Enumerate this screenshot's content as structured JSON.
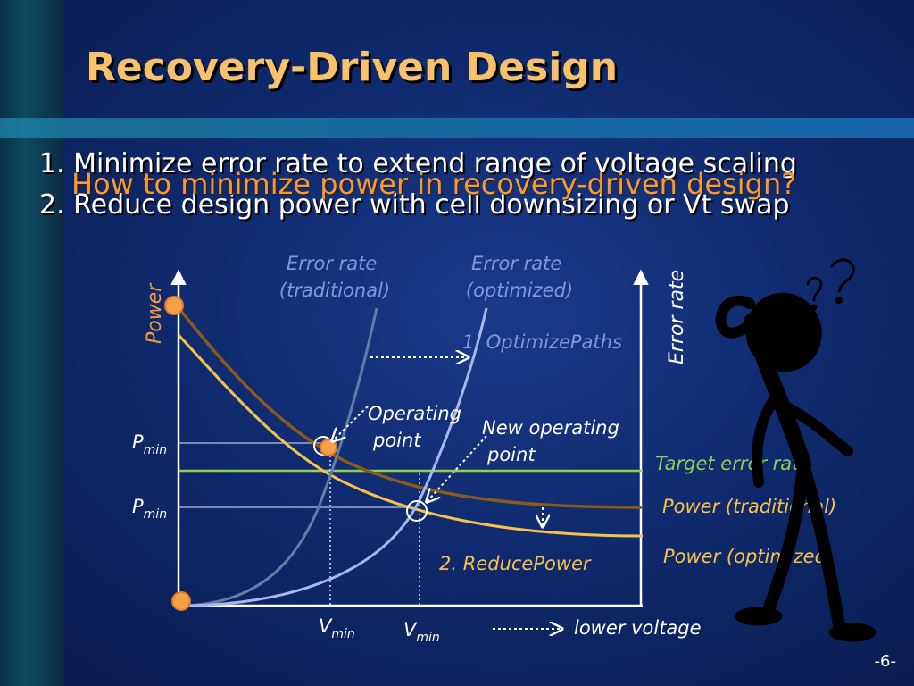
{
  "slide": {
    "title": "Recovery-Driven Design",
    "bullet1": "1. Minimize error rate to extend range of voltage scaling",
    "bullet2": "2. Reduce design power with cell downsizing or Vt swap",
    "question": "How to minimize power in recovery-driven design?",
    "page_number": "-6-"
  },
  "diagram": {
    "axis_left": "Power",
    "axis_right": "Error rate",
    "error_rate_traditional": [
      "Error rate",
      "(traditional)"
    ],
    "error_rate_optimized": [
      "Error rate",
      "(optimized)"
    ],
    "optimize_paths": "1. OptimizePaths",
    "operating_point": [
      "Operating",
      "point"
    ],
    "new_operating_point": [
      "New operating",
      "point"
    ],
    "target_error_rate": "Target error rate",
    "power_traditional": "Power (traditional)",
    "power_optimized": "Power (optimized)",
    "reduce_power": "2. ReducePower",
    "pmin": {
      "p": "P",
      "sub": "min"
    },
    "vmin": {
      "v": "V",
      "sub": "min"
    },
    "lower_voltage": "lower voltage",
    "colors": {
      "title": "#f8c26a",
      "accent_orange": "#f39a3a",
      "label_blue": "#7f99dd",
      "target_green": "#8fd14f",
      "power_optimized_curve": "#f6c24a",
      "power_traditional_curve": "#8a5a1a",
      "error_trad_curve": "#5f7fa8",
      "error_opt_curve": "#a6b8ee"
    },
    "icons": [
      "thinking-stick-figure-icon",
      "question-marks-icon"
    ]
  }
}
